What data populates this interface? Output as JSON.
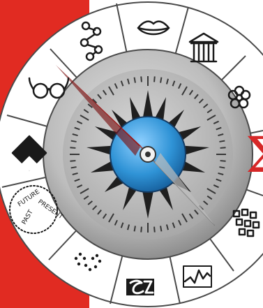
{
  "colors": {
    "band": "#e12b22",
    "ring": "#ffffff",
    "ring_stroke": "#4a4a4a",
    "bezel_light": "#cfcfcf",
    "bezel_dark": "#8a8a8a",
    "dial": "#c9c9c9",
    "sun": "#1f1f1f",
    "center_blue": "#2f93d6",
    "needle_red": "#d62828",
    "needle_white": "#f2f2f2",
    "icon": "#1a1a1a"
  },
  "segments": [
    {
      "name": "nodes-graph-icon"
    },
    {
      "name": "lips-icon"
    },
    {
      "name": "temple-columns-icon"
    },
    {
      "name": "flower-icon"
    },
    {
      "name": "sigma-icon"
    },
    {
      "name": "dice-grid-icon"
    },
    {
      "name": "line-chart-icon"
    },
    {
      "name": "logo-block-icon"
    },
    {
      "name": "dots-clusters-icon"
    },
    {
      "name": "time-circle-icon"
    },
    {
      "name": "diamond-icon"
    },
    {
      "name": "glasses-icon"
    }
  ],
  "time_circle": {
    "labels": [
      "FUTURE",
      "PRESENT",
      "PAST"
    ]
  },
  "sigma": "Σ"
}
